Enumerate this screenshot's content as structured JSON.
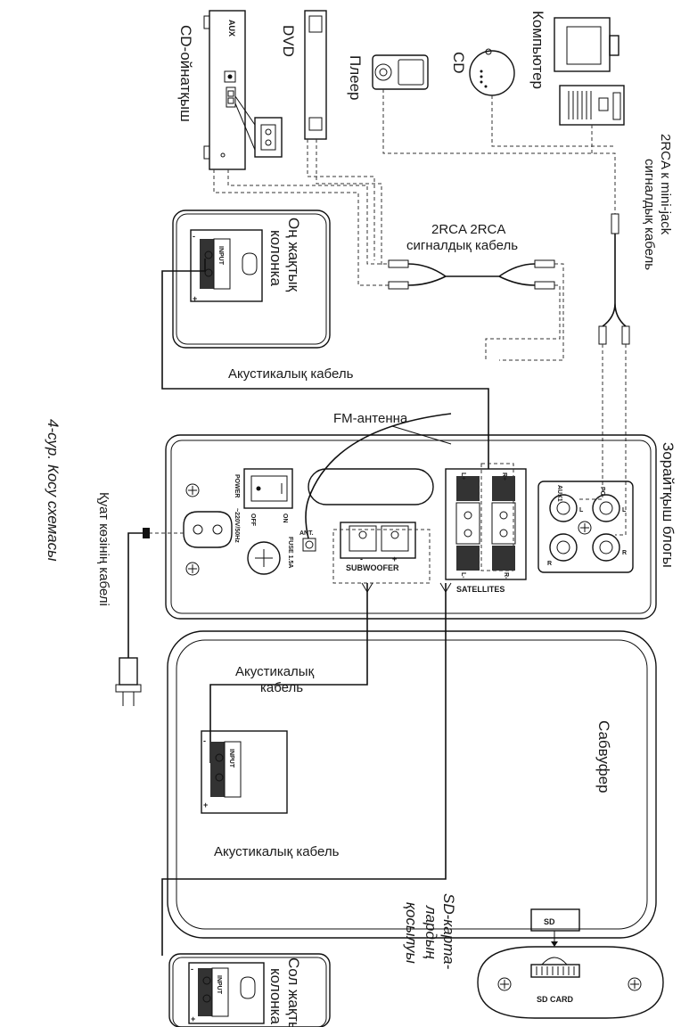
{
  "caption": "4-сур. Косу схемасы",
  "sources": {
    "cd_player": "CD-ойнатқыш",
    "cd_aux": "AUX",
    "dvd": "DVD",
    "player": "Плеер",
    "cd": "CD",
    "computer": "Компьютер"
  },
  "cables": {
    "rca_to_minijack": "2RCA к mini-jack сигналдық кабель",
    "rca_to_rca_line1": "2RCA 2RCA",
    "rca_to_rca_line2": "сигналдық кабель",
    "acoustic_top": "Акустикалық кабель",
    "acoustic_mid_line1": "Акустикалық",
    "acoustic_mid_line2": "кабель",
    "acoustic_bottom": "Акустикалық кабель",
    "power_cable": "Қуат көзінің кабелі",
    "fm_antenna": "FM-антенна"
  },
  "speakers": {
    "right_line1": "Оң жақтық",
    "right_line2": "колонка",
    "left_line1": "Сол жақтық",
    "left_line2": "колонка",
    "input_label": "INPUT",
    "minus": "-",
    "plus": "+"
  },
  "control_unit": {
    "title": "Зорайтқыш блогы",
    "aux1": "AUX1",
    "pc": "PC",
    "l": "L",
    "r": "R",
    "satellites": "SATELLITES",
    "sat_l_plus": "L+",
    "sat_r_plus": "R+",
    "sat_l_minus": "L-",
    "sat_r_minus": "R-",
    "subwoofer": "SUBWOOFER",
    "sub_minus": "-",
    "sub_plus": "+",
    "ant": "ANT.",
    "power": "POWER",
    "on": "ON",
    "off": "OFF",
    "fuse": "FUSE 1.5A",
    "mains": "~220V/50Hz"
  },
  "subwoofer_label": "Сабвуфер",
  "sd_section": {
    "sd": "SD",
    "sd_card": "SD CARD",
    "caption_line1": "SD-карта-",
    "caption_line2": "лардың",
    "caption_line3": "қосылуы"
  }
}
